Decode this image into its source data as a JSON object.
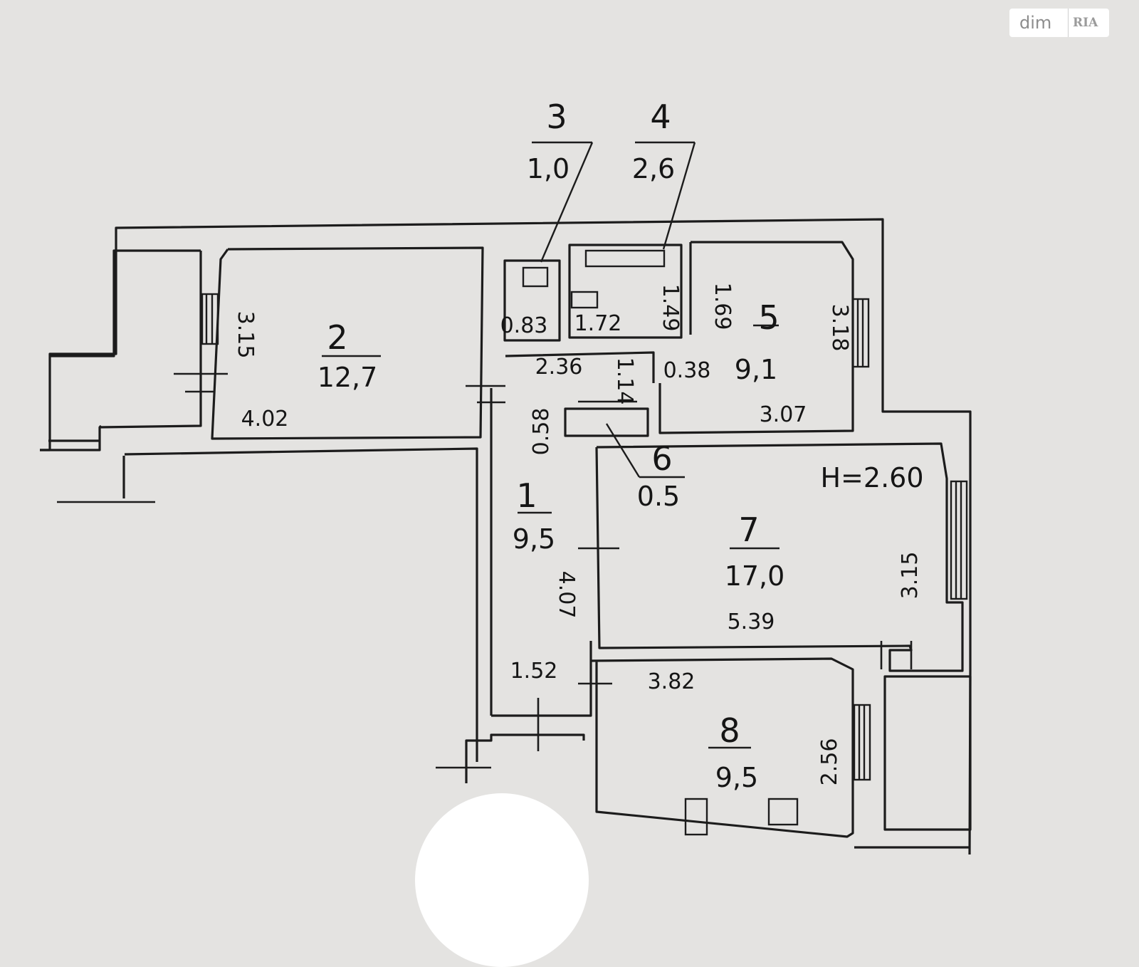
{
  "watermark": {
    "brand": "dim",
    "mark": "RIA"
  },
  "ceiling_height": "H=2.60",
  "rooms": [
    {
      "id": "room-1",
      "number": "1",
      "area": "9,5"
    },
    {
      "id": "room-2",
      "number": "2",
      "area": "12,7"
    },
    {
      "id": "room-3",
      "number": "3",
      "area": "1,0"
    },
    {
      "id": "room-4",
      "number": "4",
      "area": "2,6"
    },
    {
      "id": "room-5",
      "number": "5",
      "area": "9,1"
    },
    {
      "id": "room-6",
      "number": "6",
      "area": "0.5"
    },
    {
      "id": "room-7",
      "number": "7",
      "area": "17,0"
    },
    {
      "id": "room-8",
      "number": "8",
      "area": "9,5"
    }
  ],
  "dimensions": [
    "3.15",
    "4.02",
    "0.83",
    "1.72",
    "1.49",
    "1.69",
    "3.18",
    "2.36",
    "1.14",
    "0.38",
    "3.07",
    "0.58",
    "4.07",
    "5.39",
    "3.15",
    "1.52",
    "3.82",
    "2.56"
  ]
}
